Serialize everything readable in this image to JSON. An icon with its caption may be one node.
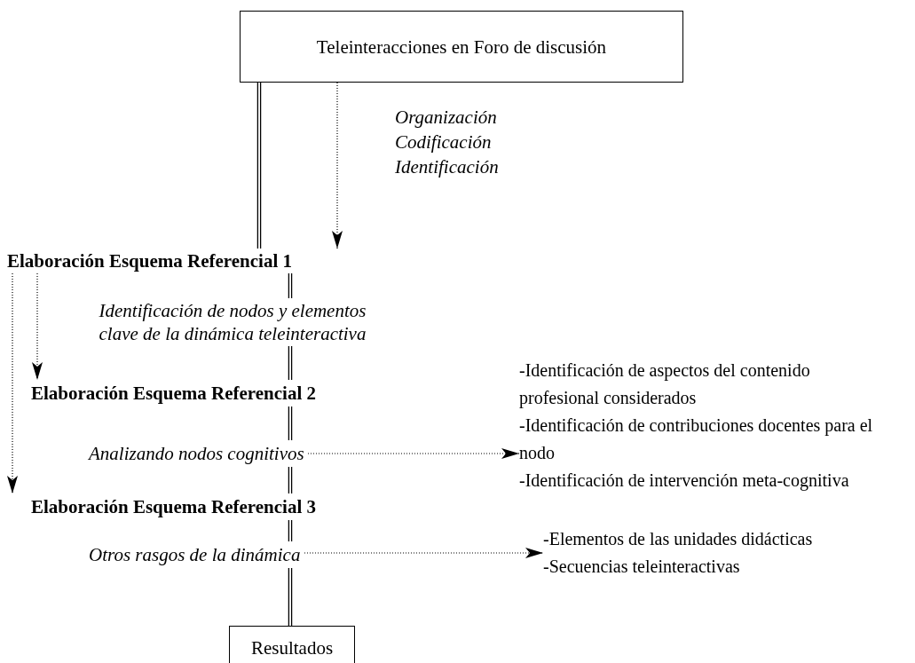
{
  "diagram": {
    "nodes": [
      {
        "text": [
          "Teleinteracciones en Foro de discusión"
        ]
      },
      {
        "text": [
          "Elaboración Esquema Referencial 1"
        ]
      },
      {
        "text": [
          "Identificación de nodos y elementos clave de la dinámica teleinteractiva"
        ]
      },
      {
        "text": [
          "Elaboración Esquema Referencial 2"
        ]
      },
      {
        "text": [
          "Analizando nodos cognitivos"
        ]
      },
      {
        "text": [
          "Elaboración Esquema Referencial 3"
        ]
      },
      {
        "text": [
          "Otros rasgos de la dinámica"
        ]
      },
      {
        "text": [
          "Resultados"
        ]
      },
      {
        "text": [
          "-Identificación de aspectos del contenido profesional considerados",
          "-Identificación de contribuciones docentes para el nodo",
          "-Identificación de intervención meta-cognitiva"
        ]
      },
      {
        "text": [
          "-Elementos de las unidades didácticas",
          "-Secuencias teleinteractivas"
        ]
      }
    ],
    "edges": [
      {
        "from": 0,
        "to": 1,
        "arrow": "none"
      },
      {
        "from": 0,
        "to": 1,
        "arrow": "to",
        "style": "dashed"
      },
      {
        "from": 1,
        "to": 2,
        "arrow": "none"
      },
      {
        "from": 2,
        "to": 3,
        "arrow": "none"
      },
      {
        "from": 3,
        "to": 4,
        "arrow": "none"
      },
      {
        "from": 4,
        "to": 5,
        "arrow": "none"
      },
      {
        "from": 5,
        "to": 6,
        "arrow": "none"
      },
      {
        "from": 6,
        "to": 7,
        "arrow": "none"
      },
      {
        "from": 1,
        "to": 3,
        "arrow": "to",
        "style": "dashed"
      },
      {
        "from": 1,
        "to": 5,
        "arrow": "to",
        "style": "dashed"
      },
      {
        "from": 4,
        "to": 8,
        "arrow": "to",
        "style": "dashed"
      },
      {
        "from": 6,
        "to": 9,
        "arrow": "to",
        "style": "dashed"
      }
    ],
    "labels": [
      "Organización",
      "Codificación",
      "Identificación"
    ]
  }
}
